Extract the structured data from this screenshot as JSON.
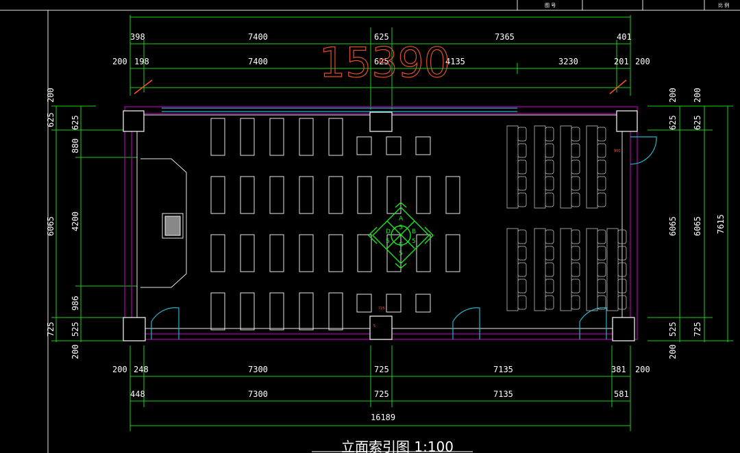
{
  "title_block": {
    "cell_a": "图 号",
    "cell_b": "比 例"
  },
  "overall_dimension": "15390",
  "top_dims": {
    "row1": [
      "398",
      "7400",
      "625",
      "7365",
      "401"
    ],
    "row2": [
      "200",
      "198",
      "7400",
      "625",
      "4135",
      "3230",
      "201",
      "200"
    ]
  },
  "bottom_dims": {
    "row1": [
      "200",
      "248",
      "7300",
      "725",
      "7135",
      "381",
      "200"
    ],
    "row2": [
      "448",
      "7300",
      "725",
      "7135",
      "581"
    ],
    "total": "16189"
  },
  "left_dims": {
    "outer": [
      "200",
      "625",
      "6065",
      "725"
    ],
    "inner": [
      "625",
      "880",
      "4200",
      "986",
      "525"
    ],
    "bottom": "200"
  },
  "right_dims": {
    "inner": [
      "200",
      "625",
      "6065",
      "525",
      "200"
    ],
    "outer": [
      "200",
      "625",
      "6065",
      "725"
    ],
    "total": "7615"
  },
  "index_symbol": {
    "labels": [
      "A",
      "B",
      "C",
      "D"
    ],
    "numbers": [
      "5",
      "5",
      "5",
      "5"
    ]
  },
  "small_marks": {
    "door_left": "900",
    "door_bottom": "725",
    "door_center": "5"
  },
  "drawing_title": "立面索引图 1:100"
}
